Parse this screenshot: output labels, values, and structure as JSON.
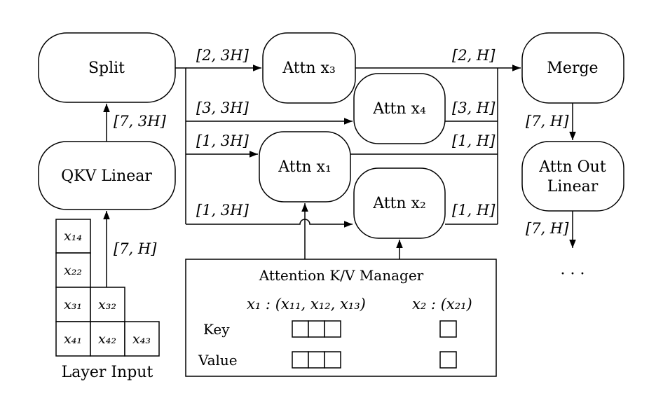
{
  "nodes": {
    "split": "Split",
    "qkv_linear": "QKV Linear",
    "attn_x3": "Attn x₃",
    "attn_x4": "Attn x₄",
    "attn_x1": "Attn x₁",
    "attn_x2": "Attn x₂",
    "merge": "Merge",
    "attn_out_line1": "Attn Out",
    "attn_out_line2": "Linear",
    "continuation": "· · ·"
  },
  "edge_labels": {
    "qkv_to_split": "[7, 3H]",
    "input_to_qkv": "[7, H]",
    "to_attn_x3": "[2, 3H]",
    "to_attn_x4": "[3, 3H]",
    "to_attn_x1": "[1, 3H]",
    "to_attn_x2": "[1, 3H]",
    "from_attn_x3": "[2, H]",
    "from_attn_x4": "[3, H]",
    "from_attn_x1": "[1, H]",
    "from_attn_x2": "[1, H]",
    "merge_to_out": "[7, H]",
    "out_to_next": "[7, H]"
  },
  "layer_input": {
    "caption": "Layer Input",
    "cells": [
      "x₁₄",
      "x₂₂",
      "x₃₁",
      "x₃₂",
      "x₄₁",
      "x₄₂",
      "x₄₃"
    ]
  },
  "kv_manager": {
    "title": "Attention K/V Manager",
    "seq1_label": "x₁ : (x₁₁, x₁₂, x₁₃)",
    "seq2_label": "x₂ : (x₂₁)",
    "key_label": "Key",
    "value_label": "Value"
  }
}
